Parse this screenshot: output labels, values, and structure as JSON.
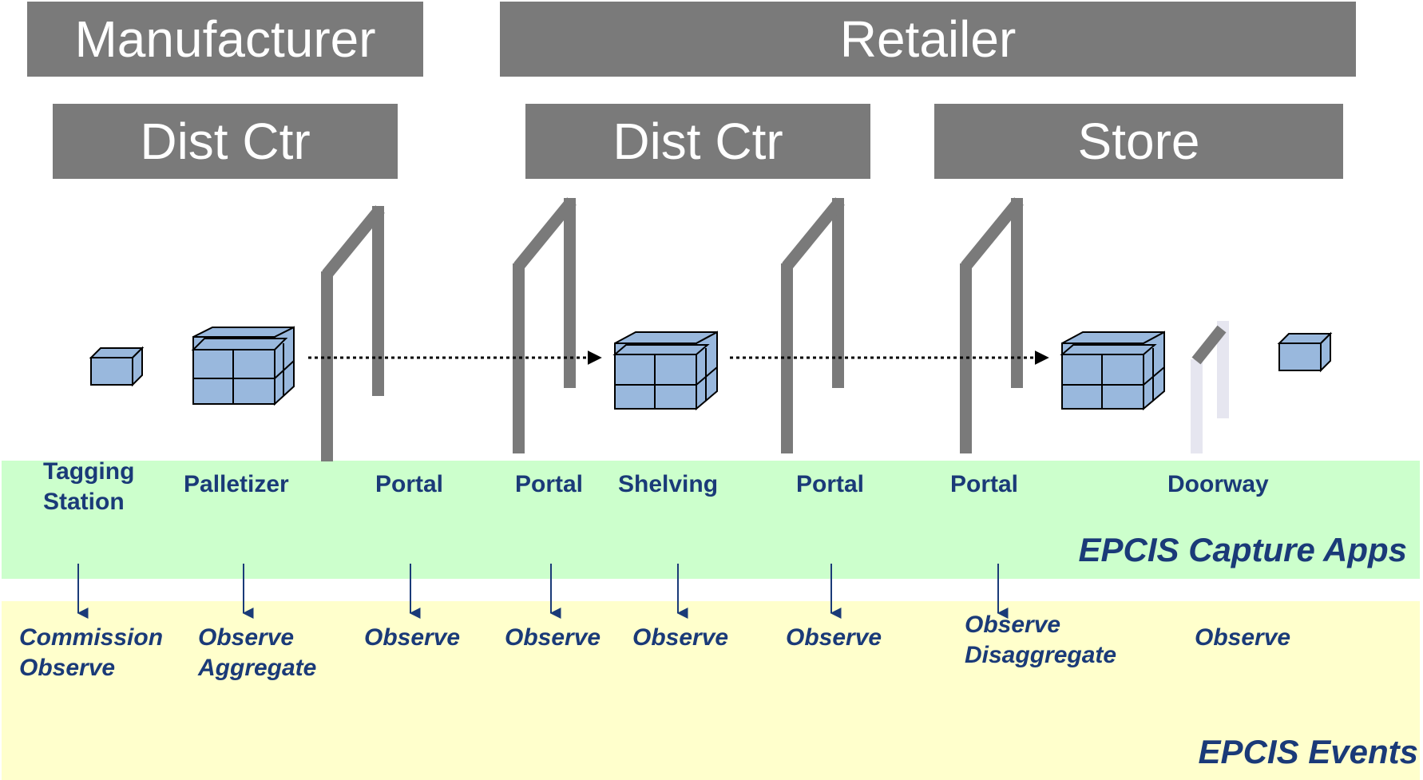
{
  "headers": {
    "manufacturer": "Manufacturer",
    "retailer": "Retailer",
    "dist_ctr_1": "Dist Ctr",
    "dist_ctr_2": "Dist Ctr",
    "store": "Store"
  },
  "capture_apps": {
    "title": "EPCIS Capture Apps",
    "labels": [
      "Tagging\nStation",
      "Palletizer",
      "Portal",
      "Portal",
      "Shelving",
      "Portal",
      "Portal",
      "Doorway"
    ]
  },
  "events": {
    "title": "EPCIS Events",
    "labels": [
      "Commission\nObserve",
      "Observe\nAggregate",
      "Observe",
      "Observe",
      "Observe",
      "Observe",
      "Observe\nDisaggregate",
      "Observe"
    ]
  },
  "colors": {
    "header_bg": "#7a7a7a",
    "header_text": "#ffffff",
    "capture_band": "#ccffcc",
    "events_band": "#ffffcc",
    "label_text": "#1a3a78",
    "box_fill": "#99b8dd",
    "portal": "#7a7a7a",
    "doorway": "#e6e6f0"
  }
}
